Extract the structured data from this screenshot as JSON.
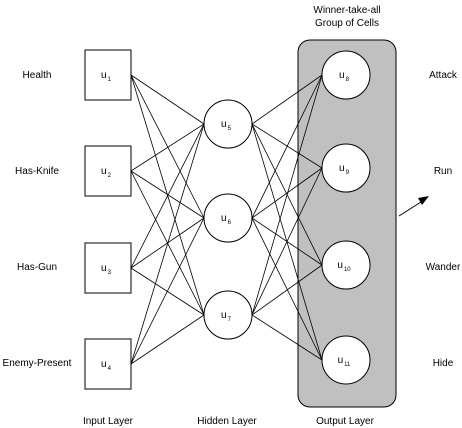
{
  "diagram": {
    "group_label_line1": "Winner-take-all",
    "group_label_line2": "Group of Cells",
    "inputs": [
      {
        "label": "Health",
        "var": "u",
        "sub": "1"
      },
      {
        "label": "Has-Knife",
        "var": "u",
        "sub": "2"
      },
      {
        "label": "Has-Gun",
        "var": "u",
        "sub": "3"
      },
      {
        "label": "Enemy-Present",
        "var": "u",
        "sub": "4"
      }
    ],
    "hidden": [
      {
        "var": "u",
        "sub": "5"
      },
      {
        "var": "u",
        "sub": "6"
      },
      {
        "var": "u",
        "sub": "7"
      }
    ],
    "outputs": [
      {
        "label": "Attack",
        "var": "u",
        "sub": "8"
      },
      {
        "label": "Run",
        "var": "u",
        "sub": "9"
      },
      {
        "label": "Wander",
        "var": "u",
        "sub": "10"
      },
      {
        "label": "Hide",
        "var": "u",
        "sub": "11"
      }
    ],
    "layer_labels": {
      "input": "Input Layer",
      "hidden": "Hidden Layer",
      "output": "Output Layer"
    },
    "colors": {
      "group_fill": "#c0c0c0",
      "stroke": "#000000"
    }
  }
}
